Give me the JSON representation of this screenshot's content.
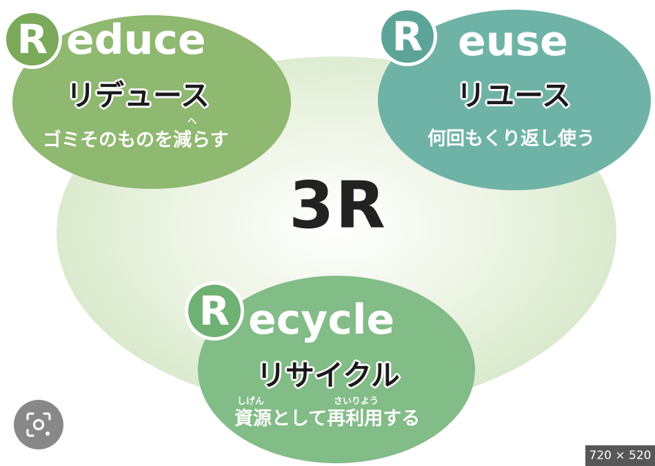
{
  "diagram": {
    "center_label": "3R",
    "items": [
      {
        "badge": "R",
        "word": "educe",
        "katakana": "リデュース",
        "description": "ゴミそのものを減らす",
        "ruby": "へ",
        "color": "#8fb870"
      },
      {
        "badge": "R",
        "word": "euse",
        "katakana": "リユース",
        "description": "何回もくり返し使う",
        "color": "#6fb3a6"
      },
      {
        "badge": "R",
        "word": "ecycle",
        "katakana": "リサイクル",
        "description": "資源として再利用する",
        "ruby": [
          "しげん",
          "さいりよう"
        ],
        "color": "#82bc86"
      }
    ],
    "background_color": "#d6e8c8"
  },
  "overlay": {
    "lens_icon": "lens-search-icon",
    "image_dimensions": "720 × 520"
  }
}
